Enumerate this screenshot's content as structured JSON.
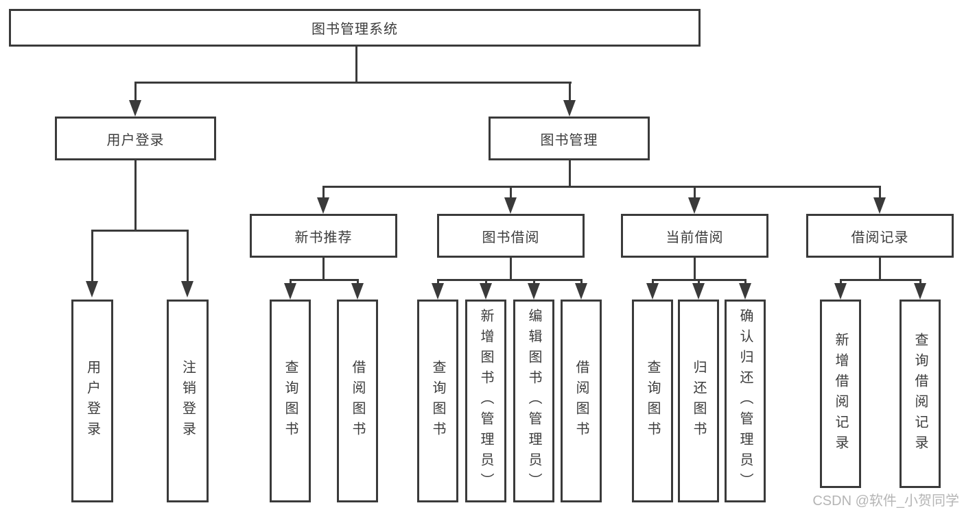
{
  "colors": {
    "line": "#3a3a3a",
    "text": "#3c3c3c",
    "watermark": "#b5b5b5"
  },
  "watermark": "CSDN @软件_小贺同学",
  "tree": {
    "root": {
      "label": "图书管理系统"
    },
    "login": {
      "label": "用户登录",
      "children": [
        {
          "label": "用户登录"
        },
        {
          "label": "注销登录"
        }
      ]
    },
    "management": {
      "label": "图书管理",
      "children": [
        {
          "label": "新书推荐",
          "children": [
            {
              "label": "查询图书"
            },
            {
              "label": "借阅图书"
            }
          ]
        },
        {
          "label": "图书借阅",
          "children": [
            {
              "label": "查询图书"
            },
            {
              "label": "新增图书（管理员）"
            },
            {
              "label": "编辑图书（管理员）"
            },
            {
              "label": "借阅图书"
            }
          ]
        },
        {
          "label": "当前借阅",
          "children": [
            {
              "label": "查询图书"
            },
            {
              "label": "归还图书"
            },
            {
              "label": "确认归还（管理员）"
            }
          ]
        },
        {
          "label": "借阅记录",
          "children": [
            {
              "label": "新增借阅记录"
            },
            {
              "label": "查询借阅记录"
            }
          ]
        }
      ]
    }
  }
}
